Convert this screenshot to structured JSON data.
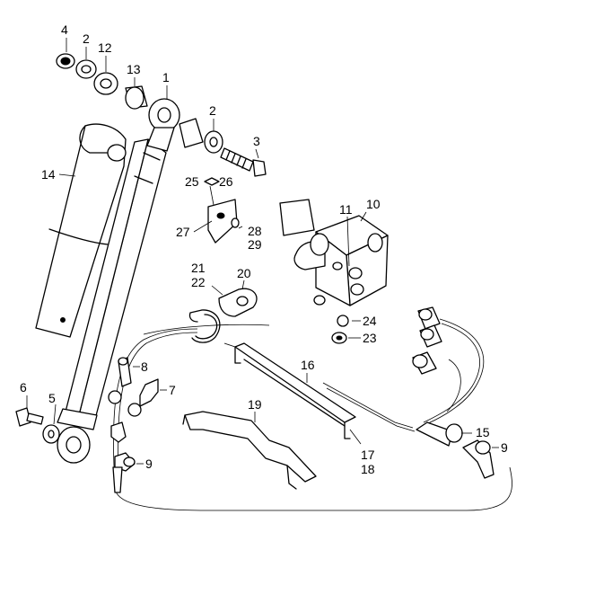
{
  "labels": {
    "l1": "1",
    "l2a": "2",
    "l2b": "2",
    "l3": "3",
    "l4": "4",
    "l5": "5",
    "l6": "6",
    "l7": "7",
    "l8": "8",
    "l9a": "9",
    "l9b": "9",
    "l10": "10",
    "l11": "11",
    "l12": "12",
    "l13": "13",
    "l14": "14",
    "l15": "15",
    "l16": "16",
    "l17": "17",
    "l18": "18",
    "l19": "19",
    "l20": "20",
    "l21": "21",
    "l22": "22",
    "l23": "23",
    "l24": "24",
    "l25": "25",
    "l26": "26",
    "l27": "27",
    "l28": "28",
    "l29": "29"
  }
}
